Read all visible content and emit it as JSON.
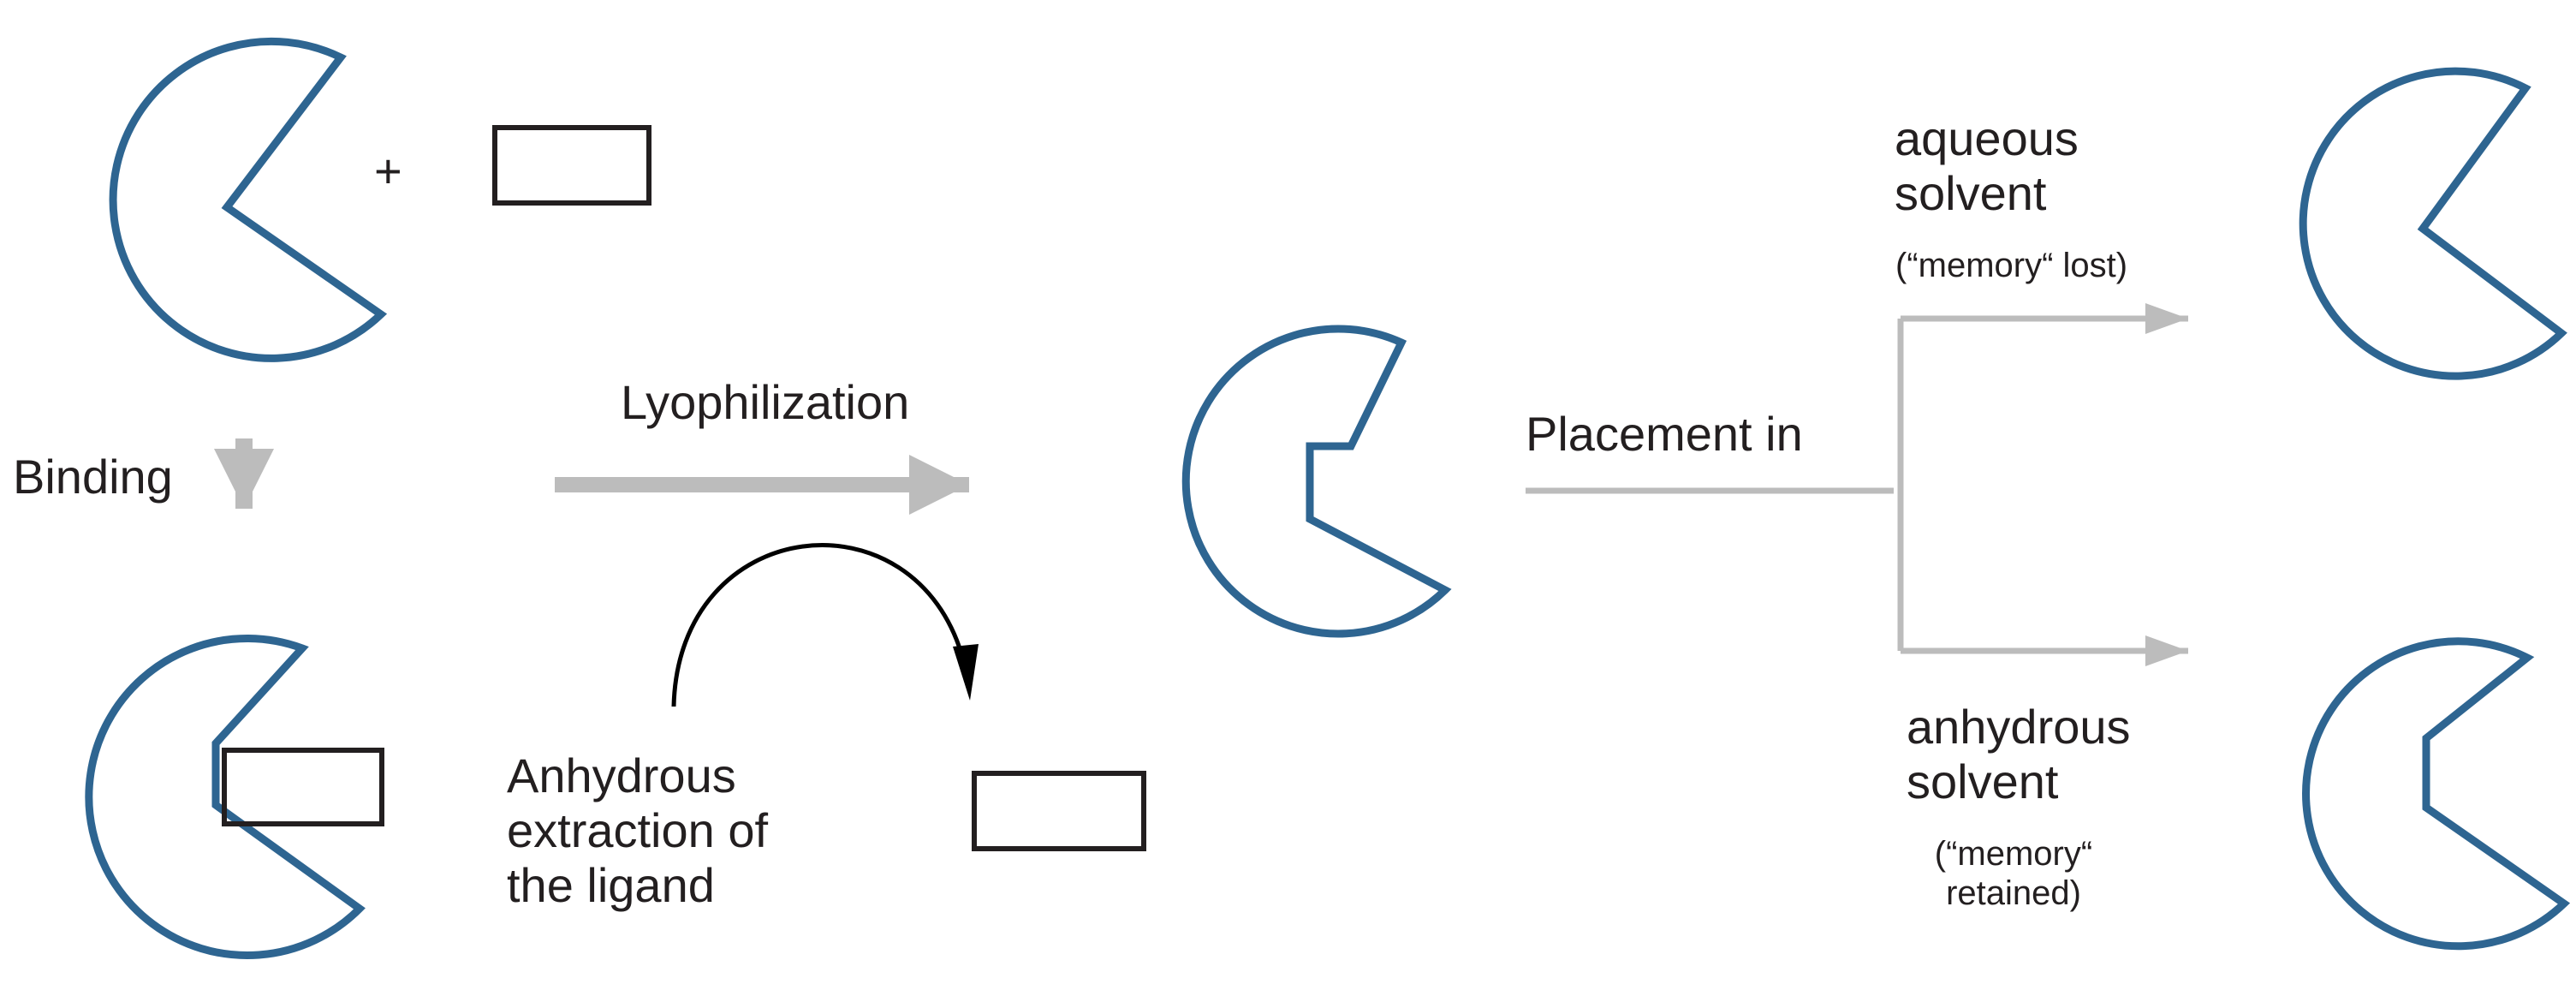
{
  "labels": {
    "plus": "+",
    "binding": "Binding",
    "lyophilization": "Lyophilization",
    "placement": "Placement in",
    "anhydrous_extraction": [
      "Anhydrous",
      "extraction of",
      "the ligand"
    ],
    "aqueous_solvent": [
      "aqueous",
      "solvent"
    ],
    "memory_lost": "(“memory“ lost)",
    "anhydrous_solvent": [
      "anhydrous",
      "solvent"
    ],
    "memory_retained": [
      "(“memory“",
      "retained)"
    ]
  },
  "colors": {
    "protein": "#2e6591",
    "ligand": "#231f20",
    "process_arrow": "#bcbcbc",
    "extraction_arrow": "#000000",
    "text": "#231f20"
  }
}
